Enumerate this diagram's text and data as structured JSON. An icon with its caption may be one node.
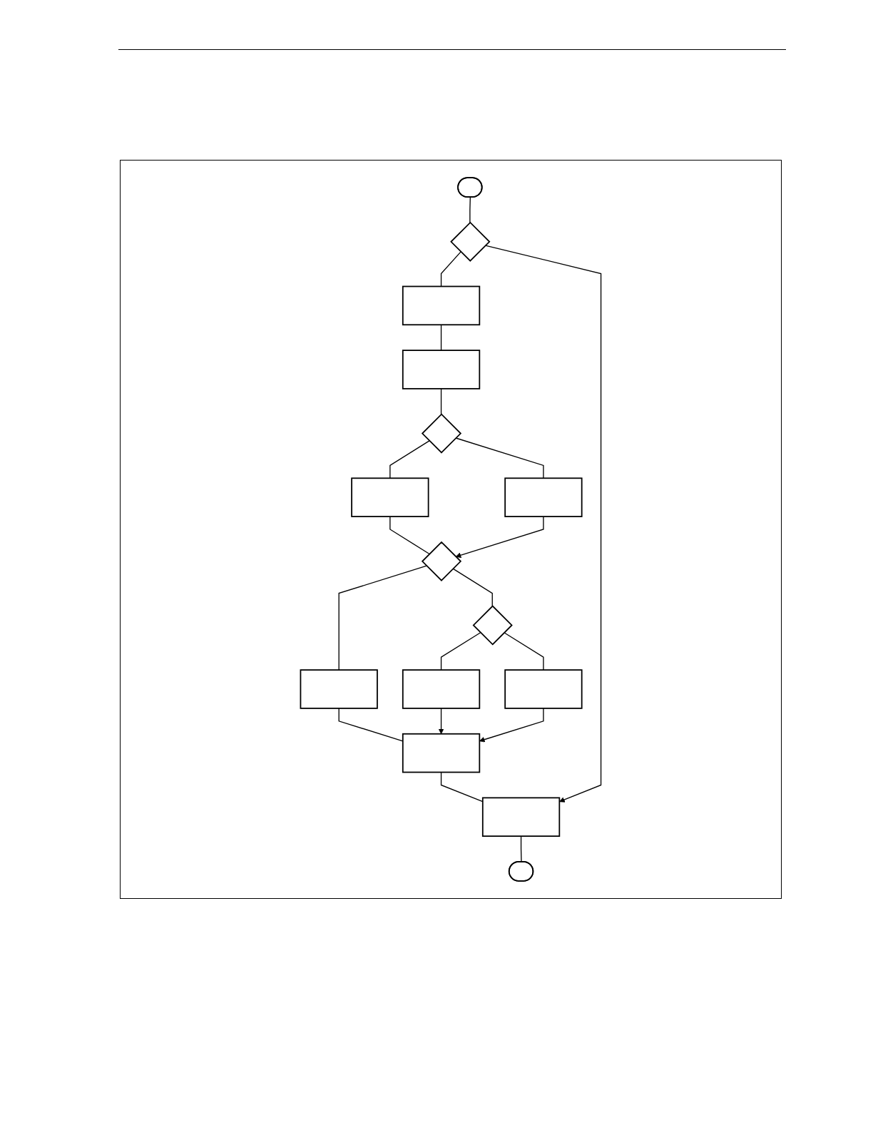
{
  "diagram": {
    "nodes": [
      {
        "text": [],
        "shape": "stadium"
      },
      {
        "text": [],
        "shape": "diamond"
      },
      {
        "text": [],
        "shape": "box"
      },
      {
        "text": [],
        "shape": "box"
      },
      {
        "text": [],
        "shape": "diamond"
      },
      {
        "text": [],
        "shape": "box"
      },
      {
        "text": [],
        "shape": "box"
      },
      {
        "text": [],
        "shape": "diamond"
      },
      {
        "text": [],
        "shape": "box"
      },
      {
        "text": [],
        "shape": "diamond"
      },
      {
        "text": [],
        "shape": "box"
      },
      {
        "text": [],
        "shape": "box"
      },
      {
        "text": [],
        "shape": "box"
      },
      {
        "text": [],
        "shape": "box"
      },
      {
        "text": [],
        "shape": "stadium"
      }
    ],
    "edges": [
      {
        "from": 0,
        "to": 1,
        "arrow": "none"
      },
      {
        "from": 1,
        "to": 2,
        "arrow": "none"
      },
      {
        "from": 2,
        "to": 3,
        "arrow": "none"
      },
      {
        "from": 3,
        "to": 4,
        "arrow": "none"
      },
      {
        "from": 4,
        "to": 5,
        "arrow": "none"
      },
      {
        "from": 4,
        "to": 6,
        "arrow": "none"
      },
      {
        "from": 5,
        "to": 7,
        "arrow": "none"
      },
      {
        "from": 6,
        "to": 7,
        "arrow": "to"
      },
      {
        "from": 7,
        "to": 8,
        "arrow": "none"
      },
      {
        "from": 7,
        "to": 9,
        "arrow": "none"
      },
      {
        "from": 9,
        "to": 10,
        "arrow": "none"
      },
      {
        "from": 9,
        "to": 11,
        "arrow": "none"
      },
      {
        "from": 8,
        "to": 12,
        "arrow": "none"
      },
      {
        "from": 10,
        "to": 12,
        "arrow": "to"
      },
      {
        "from": 11,
        "to": 12,
        "arrow": "to"
      },
      {
        "from": 12,
        "to": 13,
        "arrow": "none"
      },
      {
        "from": 1,
        "to": 13,
        "arrow": "to"
      },
      {
        "from": 13,
        "to": 14,
        "arrow": "none"
      }
    ]
  }
}
